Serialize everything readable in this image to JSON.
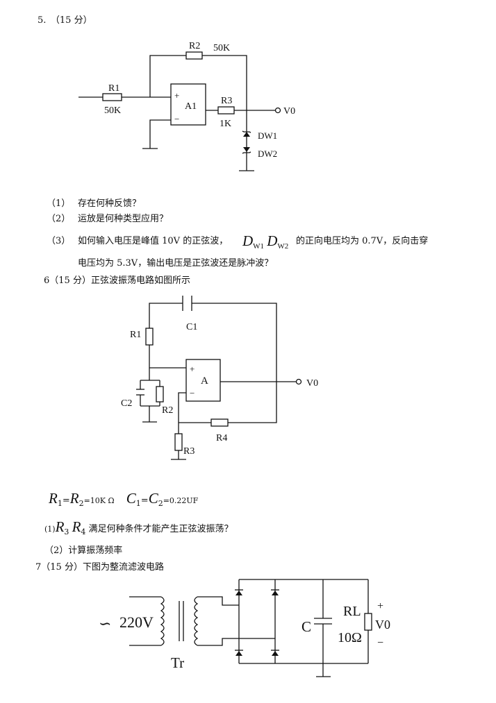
{
  "q5": {
    "heading": "5.　（15 分）",
    "circuit": {
      "r1": "R1",
      "r1_value": "50K",
      "r2": "R2",
      "r2_value": "50K",
      "r3": "R3",
      "r3_value": "1K",
      "opamp": "A1",
      "plus": "+",
      "minus": "−",
      "output": "V0",
      "dw1": "DW1",
      "dw2": "DW2"
    },
    "items": [
      {
        "num": "（1）",
        "text": "存在何种反馈？"
      },
      {
        "num": "（2）",
        "text": "运放是何种类型应用？"
      },
      {
        "num": "（3）",
        "text_a": "如何输入电压是峰值 10V 的正弦波，",
        "d1": "D",
        "d1_sub": "W1",
        "d2": "D",
        "d2_sub": "W2",
        "text_b": " 的正向电压均为 0.7V，反向击穿"
      }
    ],
    "item3_cont": "电压均为 5.3V，输出电压是正弦波还是脉冲波？"
  },
  "q6": {
    "heading": "6（15 分）正弦波振荡电路如图所示",
    "circuit": {
      "c1": "C1",
      "r1": "R1",
      "opamp": "A",
      "plus": "+",
      "minus": "−",
      "output": "V0",
      "c2": "C2",
      "r2": "R2",
      "r3": "R3",
      "r4": "R4"
    },
    "params": {
      "r1": "R",
      "r1_sub": "1",
      "eq1": "=",
      "r2": "R",
      "r2_sub": "2",
      "r_value": "=10K Ω",
      "c1": "C",
      "c1_sub": "1",
      "eq2": "=",
      "c2": "C",
      "c2_sub": "2",
      "c_value": "=0.22UF"
    },
    "q1_num": "(1)",
    "q1_r3": "R",
    "q1_r3_sub": "3",
    "q1_r4": "R",
    "q1_r4_sub": "4",
    "q1_text": "满足何种条件才能产生正弦波振荡？",
    "q2": "（2）计算振荡频率"
  },
  "q7": {
    "heading": "7（15 分）下图为整流滤波电路",
    "circuit": {
      "tilde": "∽",
      "source": "220V",
      "transformer": "Tr",
      "c": "C",
      "rl": "RL",
      "rl_value": "10Ω",
      "plus": "+",
      "output": "V0",
      "minus": "−"
    }
  }
}
